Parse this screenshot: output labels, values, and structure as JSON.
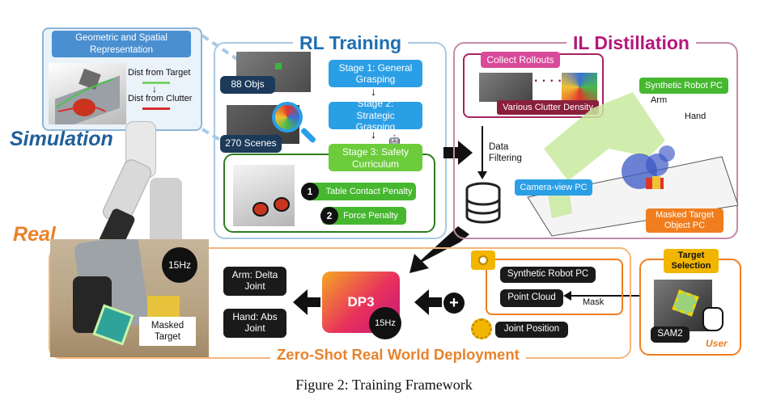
{
  "caption": "Figure 2: Training Framework",
  "simulation": {
    "label": "Simulation",
    "representation_title": "Geometric and Spatial Representation",
    "dist_target": "Dist from Target",
    "dist_clutter": "Dist from Clutter"
  },
  "rl_training": {
    "title": "RL Training",
    "objs": "88 Objs",
    "scenes": "270 Scenes",
    "stage1": "Stage 1: General Grasping",
    "stage2": "Stage 2: Strategic Grasping",
    "stage3": "Stage 3: Safety Curriculum",
    "penalty1_num": "1",
    "penalty1": "Table Contact Penalty",
    "penalty2_num": "2",
    "penalty2": "Force Penalty"
  },
  "il_distillation": {
    "title": "IL Distillation",
    "collect_rollouts": "Collect Rollouts",
    "clutter_density": "Various Clutter Density",
    "data_filtering": "Data Filtering",
    "synthetic_pc": "Synthetic Robot PC",
    "arm": "Arm",
    "hand": "Hand",
    "camera_pc": "Camera-view PC",
    "masked_target_pc": "Masked Target Object PC"
  },
  "real": {
    "label": "Real",
    "deployment_title": "Zero-Shot Real World Deployment",
    "freq_robot": "15Hz",
    "masked_target": "Masked Target",
    "arm_out": "Arm: Delta Joint",
    "hand_out": "Hand: Abs Joint",
    "policy": "DP3",
    "freq_policy": "15Hz",
    "plus": "+",
    "synthetic_pc": "Synthetic Robot PC",
    "point_cloud": "Point Cloud",
    "mask": "Mask",
    "joint_position": "Joint Position",
    "target_selection": "Target Selection",
    "sam2": "SAM2",
    "user": "User"
  },
  "colors": {
    "rl_border": "#a9c9e6",
    "il_border": "#c48aa8",
    "real_border": "#f3b67a",
    "accent_orange": "#e8822a",
    "title_blue": "#1f6fb2",
    "title_magenta": "#b5177a",
    "stage_blue": "#2b9fe6",
    "safety_green": "#2e7d1e",
    "penalty_green": "#46b830",
    "dp3_gradient": [
      "#f5a623",
      "#e8315d",
      "#c2187a"
    ]
  }
}
